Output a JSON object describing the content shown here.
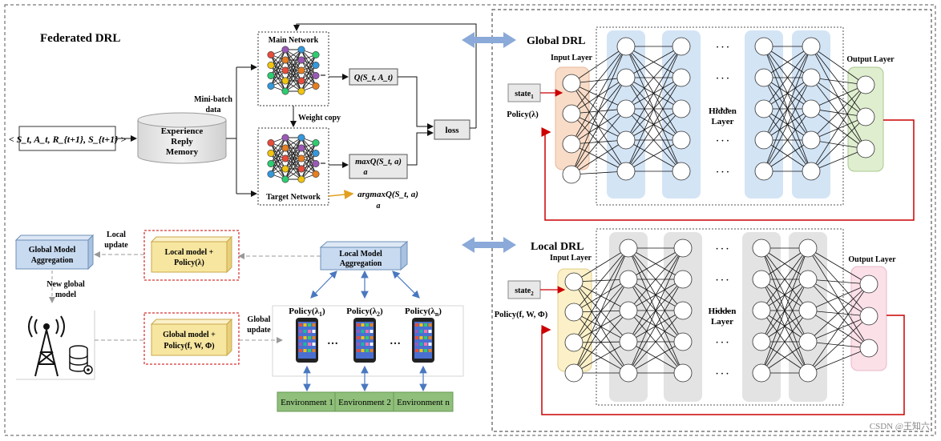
{
  "title": "Federated DRL",
  "watermark": "CSDN @王知六",
  "federated": {
    "experience_memory": "Experience Replay Memory",
    "transition_tuple": "< S_t, A_t, R_{t+1}, S_{t+1} >",
    "minibatch_label": "Mini-batch data",
    "main_network": "Main Network",
    "target_network": "Target Network",
    "weight_copy": "Weight copy",
    "q_value": "Q(S_t, A_t)",
    "max_q": "maxQ(S_t, a)",
    "max_q_sub": "a",
    "argmax_q": "argmaxQ(S_t, a)",
    "argmax_q_sub": "a",
    "loss": "loss"
  },
  "aggregation": {
    "global_model_aggregation": "Global Model Aggregation",
    "local_update": "Local update",
    "new_global_model": "New global model",
    "local_model_policy": "Local model + Policy(λ)",
    "global_model_policy": "Global model + Policy(f, W, Φ)",
    "global_update": "Global update",
    "local_model_aggregation": "Local Model Aggregation",
    "policies": [
      "Policy(λ_1)",
      "Policy(λ_2)",
      "Policy(λ_n)"
    ],
    "ellipsis": "…",
    "environments": [
      "Environment 1",
      "Environment 2",
      "Environment n"
    ]
  },
  "global_drl": {
    "title": "Global DRL",
    "input_layer": "Input Layer",
    "output_layer": "Output Layer",
    "hidden_layer": "Hidden Layer",
    "state": "state_1",
    "policy": "Policy(λ)",
    "dots": "· · ·"
  },
  "local_drl": {
    "title": "Local DRL",
    "input_layer": "Input Layer",
    "output_layer": "Output Layer",
    "hidden_layer": "Hidden Layer",
    "state": "state_2",
    "policy": "Policy(f, W, Φ)",
    "dots": "· · ·"
  },
  "colors": {
    "red": "#cc0000",
    "blue_arrow": "#8ba9d9",
    "env_green": "#8fbf7a",
    "aggr_blue": "#c8daf0",
    "model_yellow": "#f7e6a0",
    "input_orange": "#f8dcc8",
    "hidden_blue": "#d3e4f5",
    "output_green": "#dfeecf",
    "input_yellow": "#fbf0c8",
    "hidden_gray": "#e3e3e3",
    "output_pink": "#fbe0e8"
  }
}
